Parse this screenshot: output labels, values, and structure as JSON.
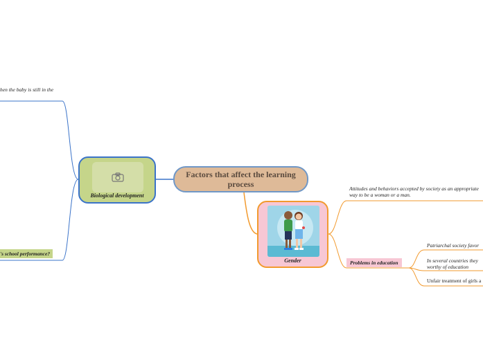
{
  "central": {
    "title": "Factors that affect the learning process"
  },
  "bio": {
    "label": "Biological development",
    "icon": "camera-icon"
  },
  "gender": {
    "label": "Gender",
    "image": "kids-illustration"
  },
  "left_branches": {
    "top_text": "hen the baby is still in the",
    "school_text": "'s school performance?"
  },
  "gender_branches": {
    "attitudes": "Attitudes and behaviors accepted by society as an appropriate way to be a woman or a man.",
    "problems_label": "Problems in education",
    "problems": [
      "Patriarchal society favor",
      "In several countries they worthy of education",
      "Unfair treatment of girls a"
    ]
  },
  "colors": {
    "blue_line": "#3a73c9",
    "orange_line": "#f29a2e",
    "central_fill": "#deba98",
    "bio_fill": "#c5d58a",
    "gender_fill": "#f7c7d4"
  }
}
